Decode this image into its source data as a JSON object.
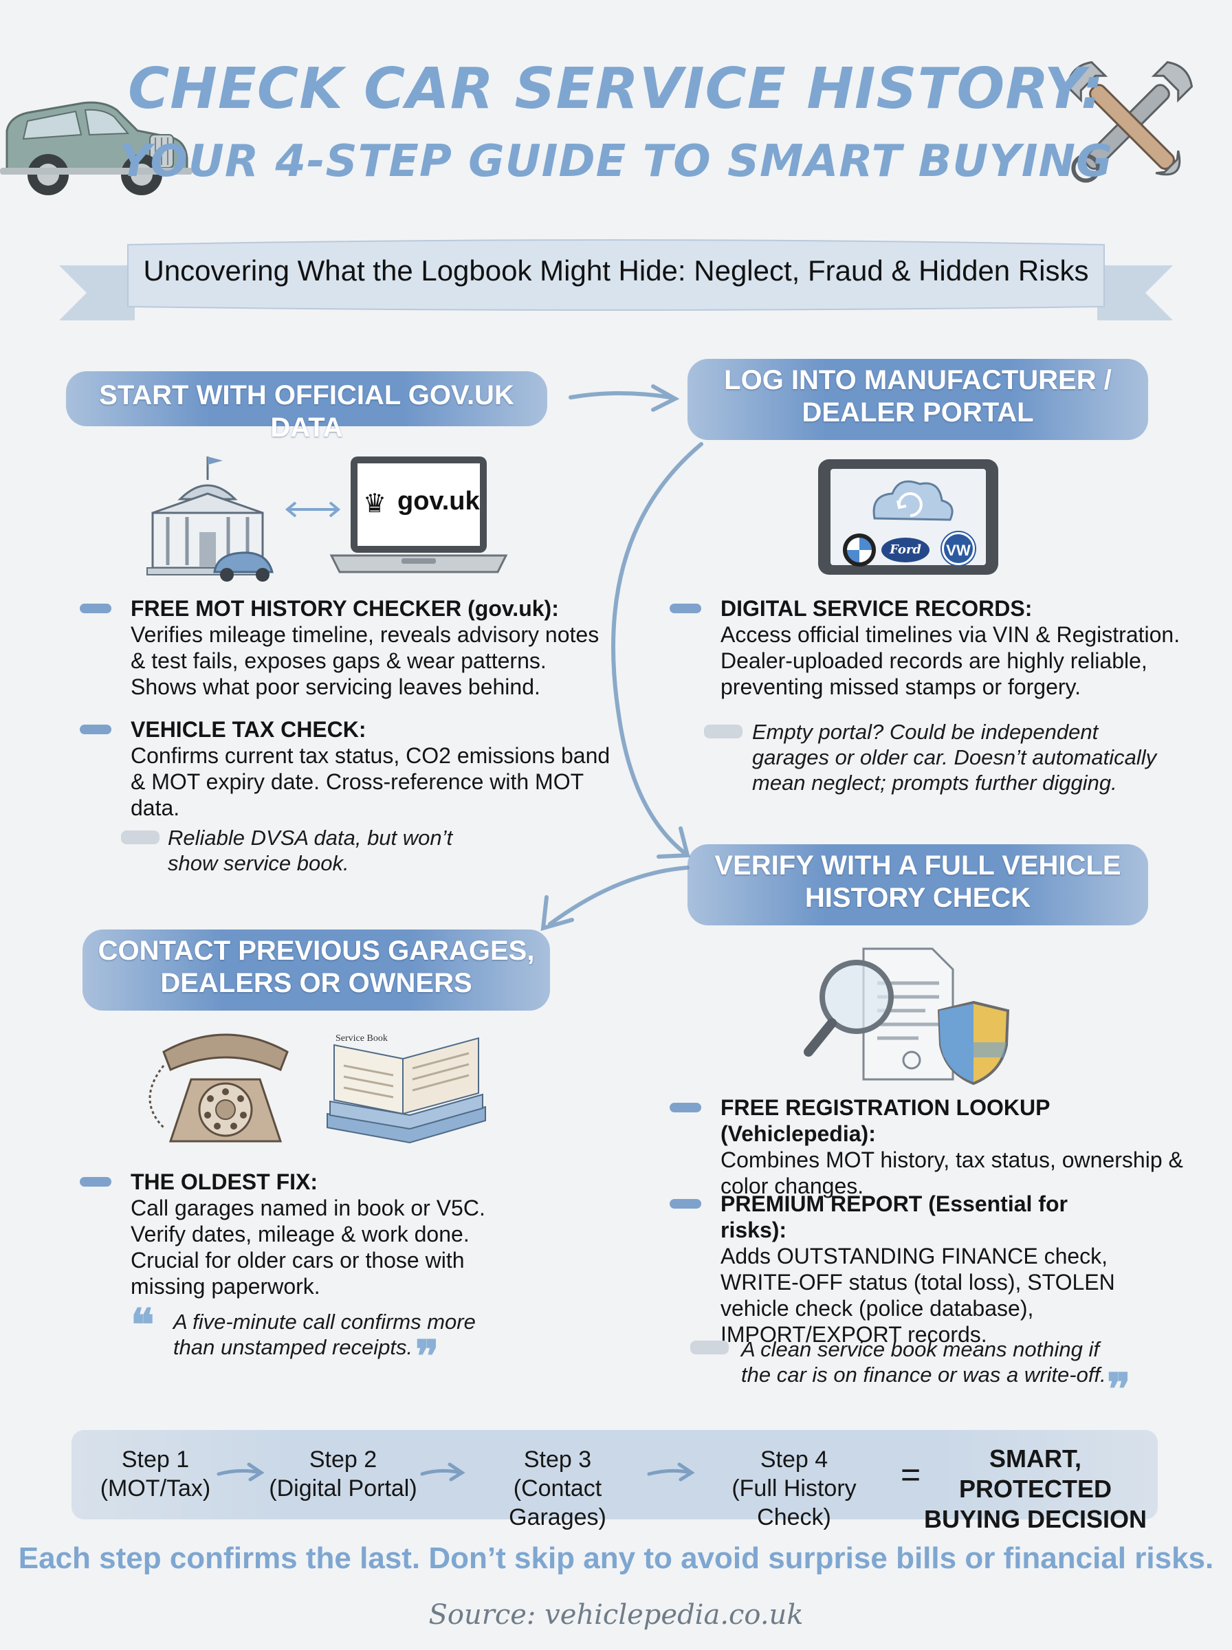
{
  "title": {
    "line1": "CHECK CAR SERVICE HISTORY:",
    "line2": "YOUR 4-STEP GUIDE TO SMART BUYING"
  },
  "ribbon": "Uncovering What the Logbook Might Hide: Neglect, Fraud & Hidden Risks",
  "step1": {
    "header": "START WITH OFFICIAL GOV.UK DATA",
    "laptop_text": "gov.uk",
    "items": [
      {
        "label": "FREE MOT HISTORY CHECKER (gov.uk):",
        "text": "Verifies mileage timeline, reveals advisory notes & test fails, exposes gaps & wear patterns. Shows what poor servicing leaves behind."
      },
      {
        "label": "VEHICLE TAX CHECK:",
        "text": "Confirms current tax status, CO2 emissions band & MOT expiry date. Cross-reference with MOT data."
      }
    ],
    "note": "Reliable DVSA data, but won’t show service book."
  },
  "step2": {
    "header_line1": "LOG INTO MANUFACTURER /",
    "header_line2": "DEALER PORTAL",
    "tablet_logos": [
      "BMW",
      "Ford",
      "VW"
    ],
    "items": [
      {
        "label": "DIGITAL SERVICE RECORDS:",
        "text": "Access official timelines via VIN & Registration. Dealer-uploaded records are highly reliable, preventing missed stamps or forgery."
      }
    ],
    "note": "Empty portal? Could be independent garages or older car. Doesn’t automatically mean neglect; prompts further digging."
  },
  "step3": {
    "header_line1": "CONTACT PREVIOUS GARAGES,",
    "header_line2": "DEALERS OR OWNERS",
    "book_text": "Service Book",
    "items": [
      {
        "label": "THE OLDEST FIX:",
        "text": "Call garages named in book or V5C. Verify dates, mileage & work done. Crucial for older cars or those with missing paperwork."
      }
    ],
    "quote": "A five-minute call confirms more than unstamped receipts."
  },
  "step4": {
    "header_line1": "VERIFY WITH A FULL VEHICLE",
    "header_line2": "HISTORY CHECK",
    "items": [
      {
        "label": "FREE REGISTRATION LOOKUP (Vehiclepedia):",
        "text": "Combines MOT history, tax status, ownership & color changes."
      },
      {
        "label": "PREMIUM REPORT (Essential for risks):",
        "text": "Adds OUTSTANDING FINANCE check, WRITE-OFF status (total loss), STOLEN vehicle check (police database), IMPORT/EXPORT records."
      }
    ],
    "quote": "A clean service book means nothing if the car is on finance or was a write-off."
  },
  "summary": {
    "steps": [
      {
        "line1": "Step 1",
        "line2": "(MOT/Tax)"
      },
      {
        "line1": "Step 2",
        "line2": "(Digital Portal)"
      },
      {
        "line1": "Step 3",
        "line2": "(Contact Garages)"
      },
      {
        "line1": "Step 4",
        "line2": "(Full History Check)"
      }
    ],
    "equals": "=",
    "result_line1": "SMART, PROTECTED",
    "result_line2": "BUYING DECISION"
  },
  "footer": {
    "tagline": "Each step confirms the last. Don’t skip any to avoid surprise bills or financial risks.",
    "source": "Source: vehiclepedia.co.uk"
  },
  "colors": {
    "accent_blue": "#7ea6d0",
    "wash_blue": "#608cc4",
    "background": "#f1f3f5"
  }
}
